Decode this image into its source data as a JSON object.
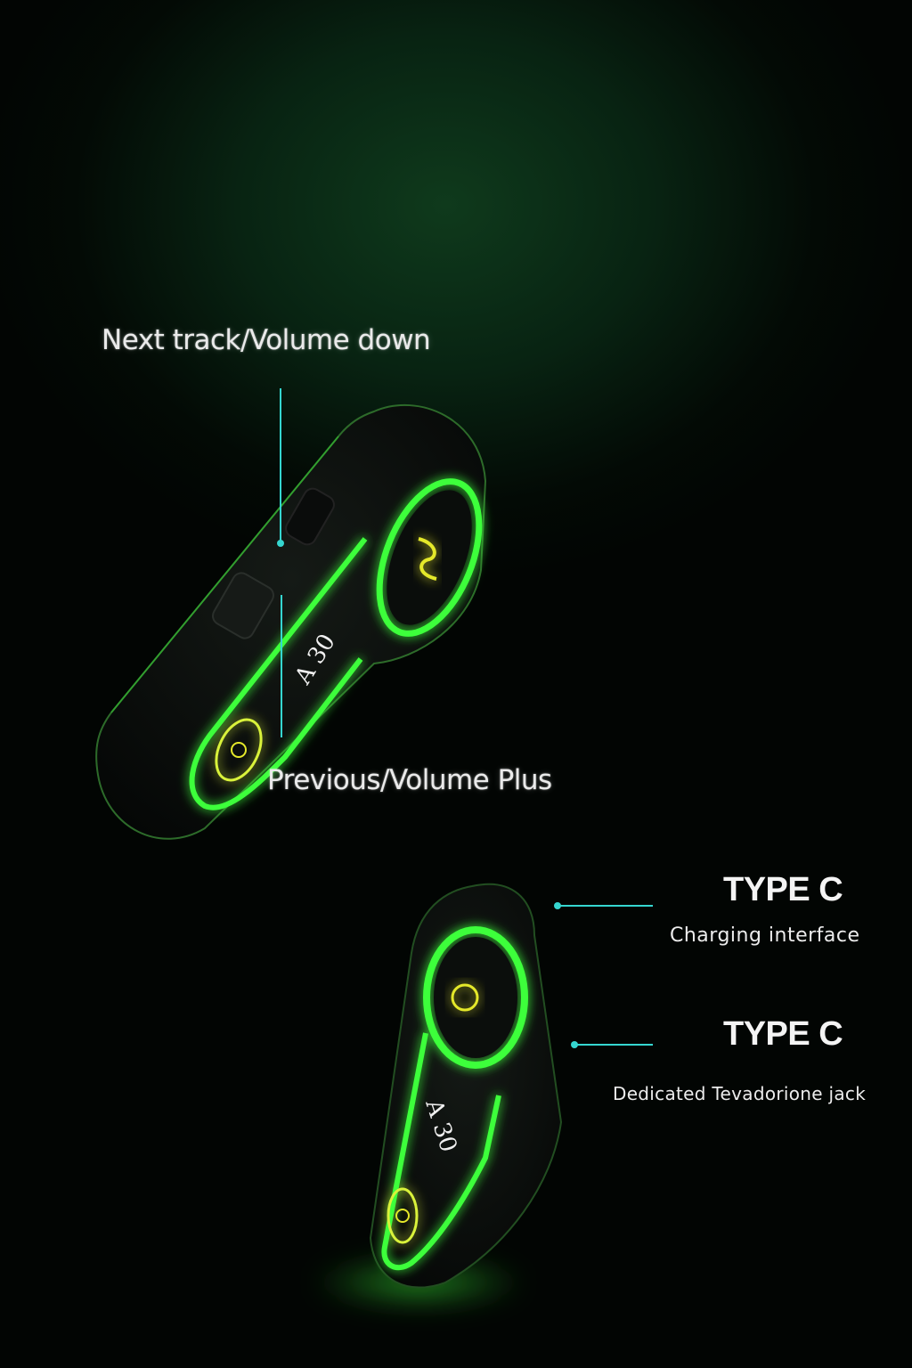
{
  "callouts": {
    "top": "Next track/Volume down",
    "bottom": "Previous/Volume Plus"
  },
  "device": {
    "model": "A 30"
  },
  "ports": [
    {
      "title": "TYPE C",
      "subtitle": "Charging interface"
    },
    {
      "title": "TYPE C",
      "subtitle": "Dedicated Tevadorione jack"
    }
  ],
  "colors": {
    "glow": "#3dff3a",
    "accent_line": "#35d6d0",
    "background": "#041208"
  }
}
